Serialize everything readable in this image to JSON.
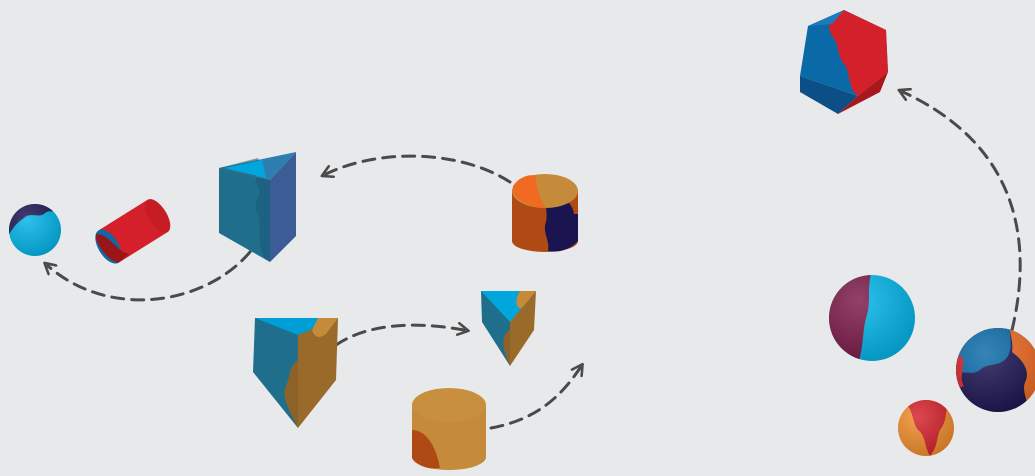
{
  "background": "#e8e9ea",
  "palette": {
    "arrow": "#4a4a4a",
    "cyan": "#00b3e8",
    "blue": "#0a6aa8",
    "teal": "#1f6e8c",
    "slate_blue": "#3b5c95",
    "navy": "#1a1450",
    "plum": "#7a1848",
    "red": "#d4202a",
    "dark_red": "#9a1418",
    "orange": "#f06a22",
    "rust": "#b04a14",
    "tan": "#c58a3a",
    "brown": "#8c6228"
  },
  "shapes": [
    {
      "kind": "sphere",
      "colors": [
        "navy",
        "cyan"
      ]
    },
    {
      "kind": "cylinder",
      "colors": [
        "red",
        "blue"
      ]
    },
    {
      "kind": "triangular-prism",
      "colors": [
        "teal",
        "cyan",
        "slate_blue"
      ]
    },
    {
      "kind": "cylinder",
      "colors": [
        "tan",
        "orange",
        "navy"
      ]
    },
    {
      "kind": "triangular-prism",
      "colors": [
        "teal",
        "cyan",
        "tan"
      ]
    },
    {
      "kind": "triangular-prism",
      "colors": [
        "teal",
        "cyan",
        "tan"
      ]
    },
    {
      "kind": "cylinder",
      "colors": [
        "tan",
        "rust"
      ]
    },
    {
      "kind": "hexagonal-prism",
      "colors": [
        "blue",
        "red"
      ]
    },
    {
      "kind": "sphere",
      "colors": [
        "plum",
        "cyan"
      ]
    },
    {
      "kind": "sphere",
      "colors": [
        "blue",
        "navy",
        "orange",
        "red"
      ]
    },
    {
      "kind": "sphere",
      "colors": [
        "red",
        "orange"
      ]
    }
  ],
  "arrows": [
    {
      "from": "orange-cylinder",
      "to": "blue-triangular-prism"
    },
    {
      "from": "blue-triangular-prism",
      "to": "navy-cyan-sphere"
    },
    {
      "from": "tan-triangular-prism-large",
      "to": "tan-triangular-prism-small"
    },
    {
      "from": "tan-cylinder",
      "to": "empty-space"
    },
    {
      "from": "multicolor-sphere",
      "to": "hexagonal-prism"
    }
  ]
}
